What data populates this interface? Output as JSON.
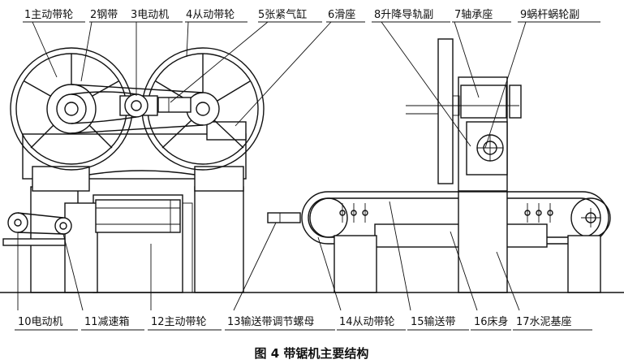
{
  "figure": {
    "caption": "图 4  带锯机主要结构",
    "top_labels": [
      "1主动带轮",
      "2钢带",
      "3电动机",
      "4从动带轮",
      "5张紧气缸",
      "6滑座",
      "8升降导轨副",
      "7轴承座",
      "9蜗杆蜗轮副"
    ],
    "bottom_labels": [
      "10电动机",
      "11减速箱",
      "12主动带轮",
      "13输送带调节螺母",
      "14从动带轮",
      "15输送带",
      "16床身",
      "17水泥基座"
    ]
  }
}
